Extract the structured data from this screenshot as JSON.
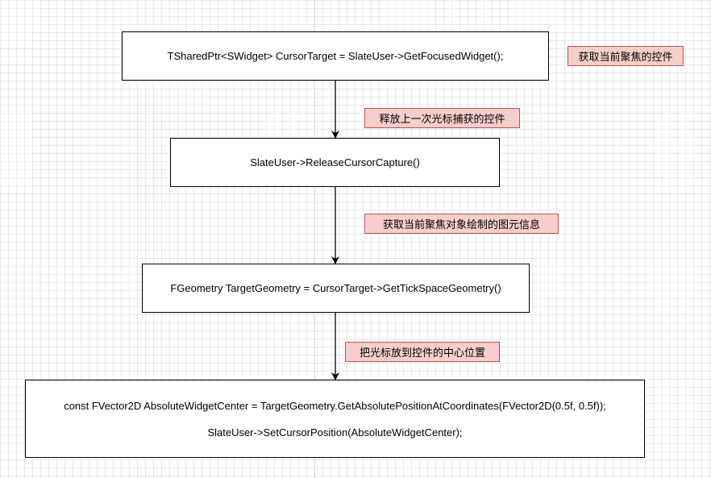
{
  "steps": [
    {
      "code": "TSharedPtr<SWidget> CursorTarget = SlateUser->GetFocusedWidget();"
    },
    {
      "code": "SlateUser->ReleaseCursorCapture()"
    },
    {
      "code": "FGeometry TargetGeometry = CursorTarget->GetTickSpaceGeometry()"
    },
    {
      "code_line1": "const FVector2D AbsoluteWidgetCenter = TargetGeometry.GetAbsolutePositionAtCoordinates(FVector2D(0.5f, 0.5f));",
      "code_line2": "SlateUser->SetCursorPosition(AbsoluteWidgetCenter);"
    }
  ],
  "notes": [
    "获取当前聚焦的控件",
    "释放上一次光标捕获的控件",
    "获取当前聚焦对象绘制的图元信息",
    "把光标放到控件的中心位置"
  ],
  "colors": {
    "note_fill": "#f8cecc",
    "note_border": "#b85450"
  }
}
